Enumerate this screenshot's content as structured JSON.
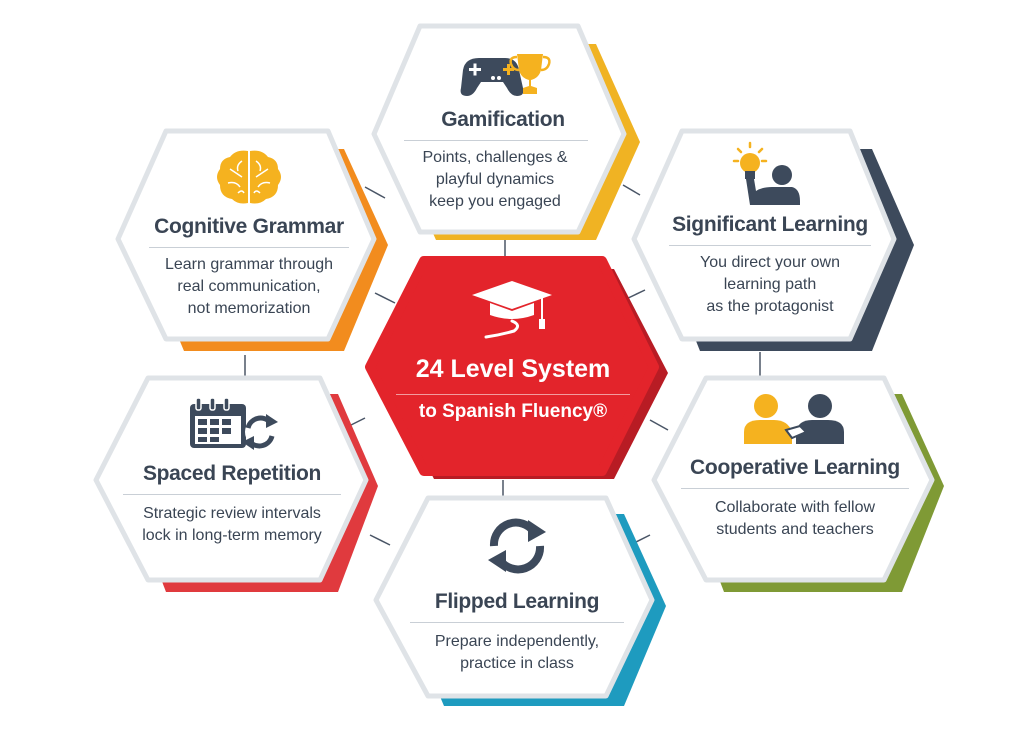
{
  "center": {
    "icon": "graduation-cap-icon",
    "title": "24 Level System",
    "subtitle": "to Spanish Fluency®",
    "color": "#e3242b"
  },
  "nodes": {
    "gamification": {
      "icon": "gamepad-trophy-icon",
      "title": "Gamification",
      "description": "Points, challenges &\nplayful dynamics\nkeep you engaged",
      "accent": "#f0b323"
    },
    "cognitive_grammar": {
      "icon": "brain-icon",
      "title": "Cognitive Grammar",
      "description": "Learn grammar through\nreal communication,\nnot memorization",
      "accent": "#f28c1e"
    },
    "significant_learning": {
      "icon": "lightbulb-person-icon",
      "title": "Significant Learning",
      "description": "You direct your own\nlearning path\nas the protagonist",
      "accent": "#3d4a5c"
    },
    "spaced_repetition": {
      "icon": "calendar-refresh-icon",
      "title": "Spaced Repetition",
      "description": "Strategic review intervals\nlock in long-term memory",
      "accent": "#e03a3e"
    },
    "cooperative_learning": {
      "icon": "two-people-icon",
      "title": "Cooperative Learning",
      "description": "Collaborate with fellow\nstudents and teachers",
      "accent": "#7f9a35"
    },
    "flipped_learning": {
      "icon": "refresh-arrows-icon",
      "title": "Flipped Learning",
      "description": "Prepare independently,\npractice in class",
      "accent": "#1e9bbf"
    }
  },
  "colors": {
    "text": "#3a4554",
    "hex_border": "#dfe3e7",
    "connector": "#4a5566",
    "icon_dark": "#3d4a5c",
    "icon_yellow": "#f5b21f"
  }
}
